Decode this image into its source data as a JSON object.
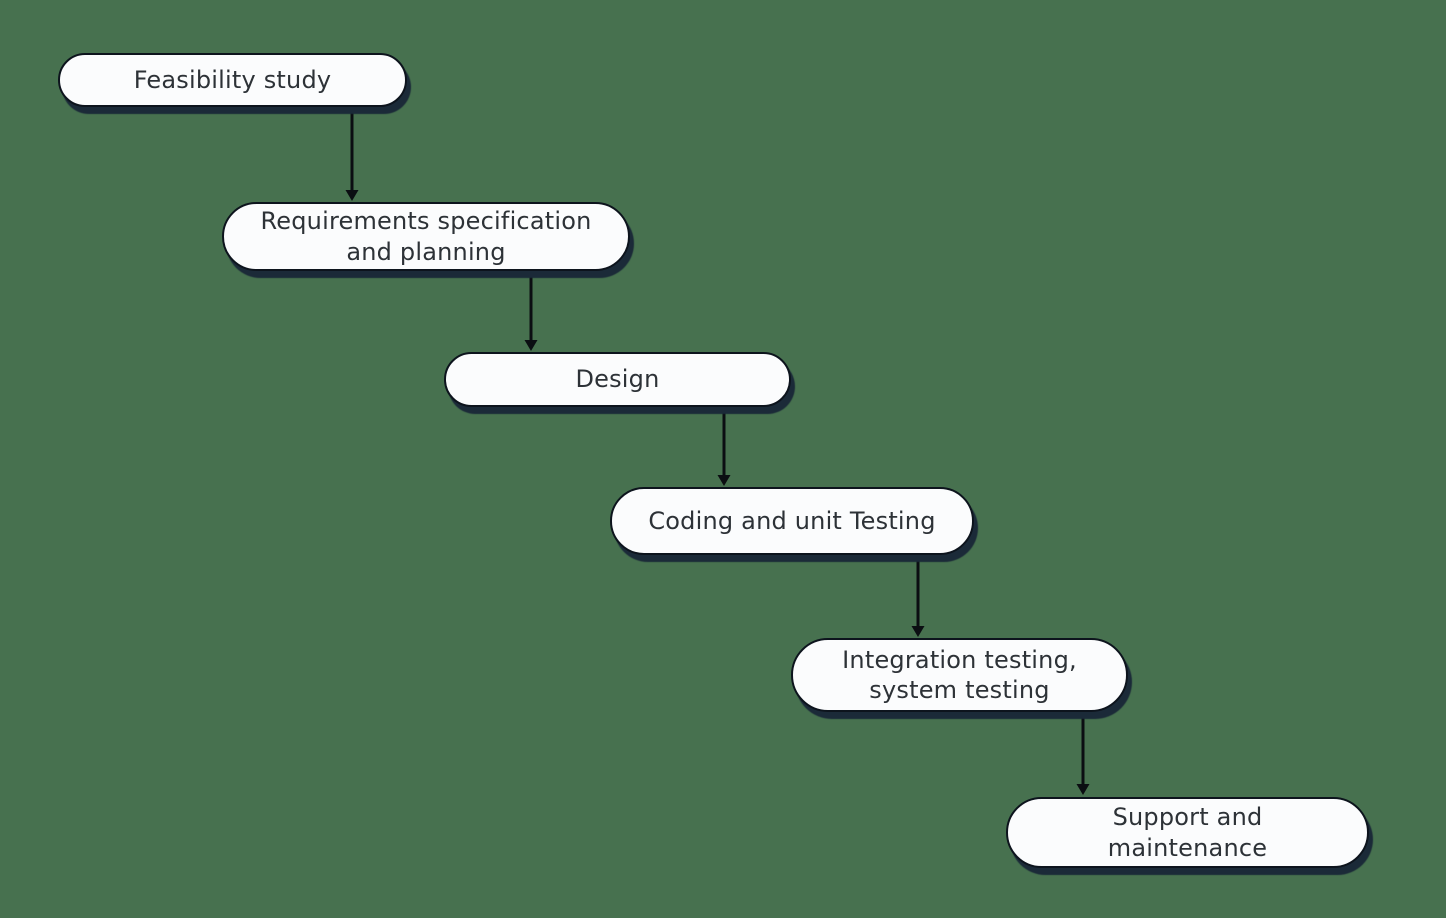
{
  "diagram": {
    "type": "flowchart",
    "background_color": "#47714F",
    "node_fill": "#FBFCFD",
    "node_border_color": "#0D141D",
    "node_shadow_color": "#1B2A38",
    "text_color": "#2D3237",
    "arrow_color": "#0B0E12",
    "boxes": [
      {
        "id": "feasibility-study",
        "label": "Feasibility study"
      },
      {
        "id": "requirements-specification-and-planning",
        "label": "Requirements specification\nand planning"
      },
      {
        "id": "design",
        "label": "Design"
      },
      {
        "id": "coding-and-unit-testing",
        "label": "Coding and unit Testing"
      },
      {
        "id": "integration-system-testing",
        "label": "Integration testing,\nsystem testing"
      },
      {
        "id": "support-and-maintenance",
        "label": "Support and\nmaintenance"
      }
    ],
    "connections": [
      {
        "from": "Feasibility study",
        "to": "Requirements specification and planning"
      },
      {
        "from": "Requirements specification and planning",
        "to": "Design"
      },
      {
        "from": "Design",
        "to": "Coding and unit Testing"
      },
      {
        "from": "Coding and unit Testing",
        "to": "Integration testing, system testing"
      },
      {
        "from": "Integration testing, system testing",
        "to": "Support and maintenance"
      }
    ]
  }
}
